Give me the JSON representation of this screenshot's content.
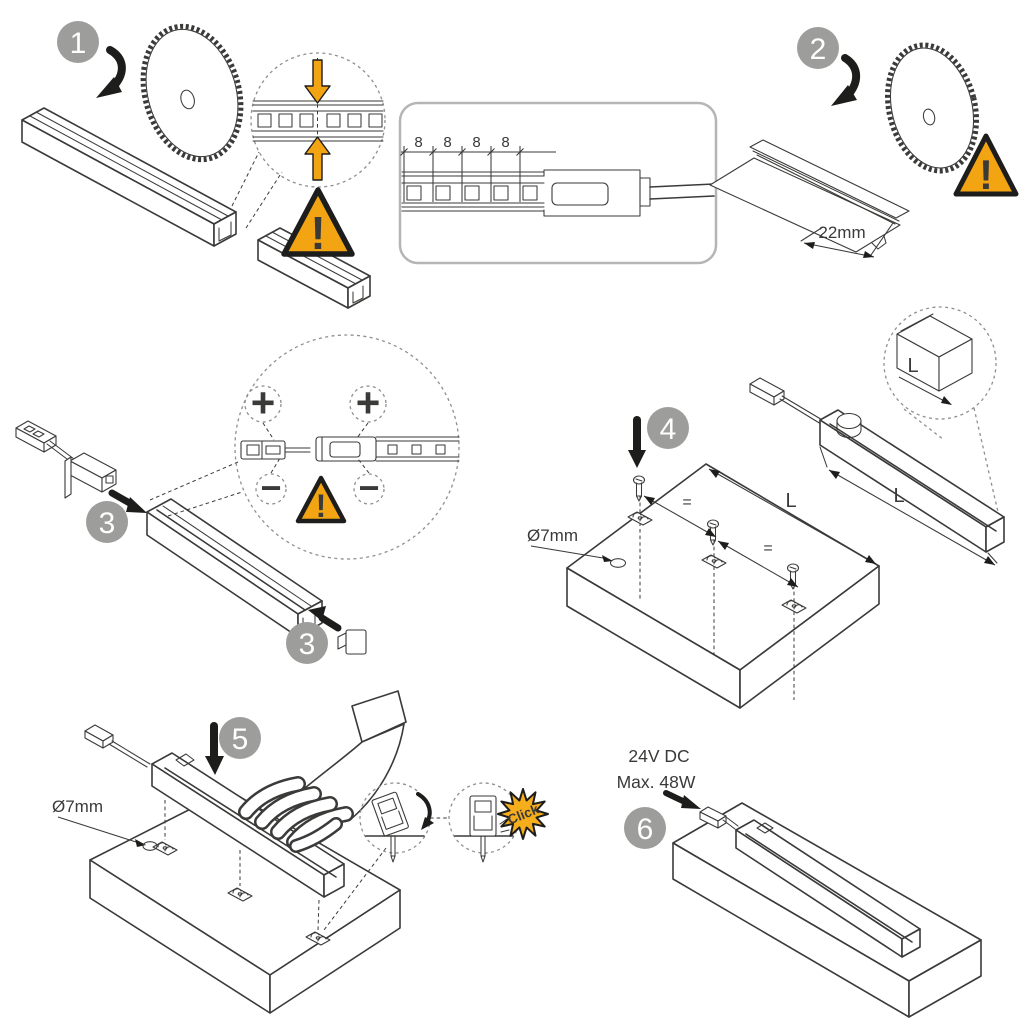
{
  "colors": {
    "accent_orange": "#F2A413",
    "click_star_orange": "#F6AE1C",
    "step_badge_gray": "#9D9D9C",
    "line_dark": "#3A3A39",
    "detail_box_border": "#B5B5B5"
  },
  "warning": {
    "mark": "!"
  },
  "detail_box": {
    "pitch_labels": [
      "8",
      "8",
      "8",
      "8"
    ]
  },
  "steps": {
    "s1": {
      "number": "1"
    },
    "s2": {
      "number": "2",
      "cut_width_label": "22mm"
    },
    "s3": {
      "number_front": "3",
      "number_endcap": "3",
      "plus_left": "+",
      "plus_right": "+",
      "minus_left": "−",
      "minus_right": "−"
    },
    "s4": {
      "number": "4",
      "hole_label": "Ø7mm",
      "equal_first": "=",
      "equal_second": "=",
      "length_shelf": "L",
      "length_fixture": "L",
      "length_detail": "L"
    },
    "s5": {
      "number": "5",
      "hole_label": "Ø7mm",
      "click_label": "Click"
    },
    "s6": {
      "number": "6",
      "power_voltage": "24V DC",
      "power_max": "Max. 48W"
    }
  }
}
